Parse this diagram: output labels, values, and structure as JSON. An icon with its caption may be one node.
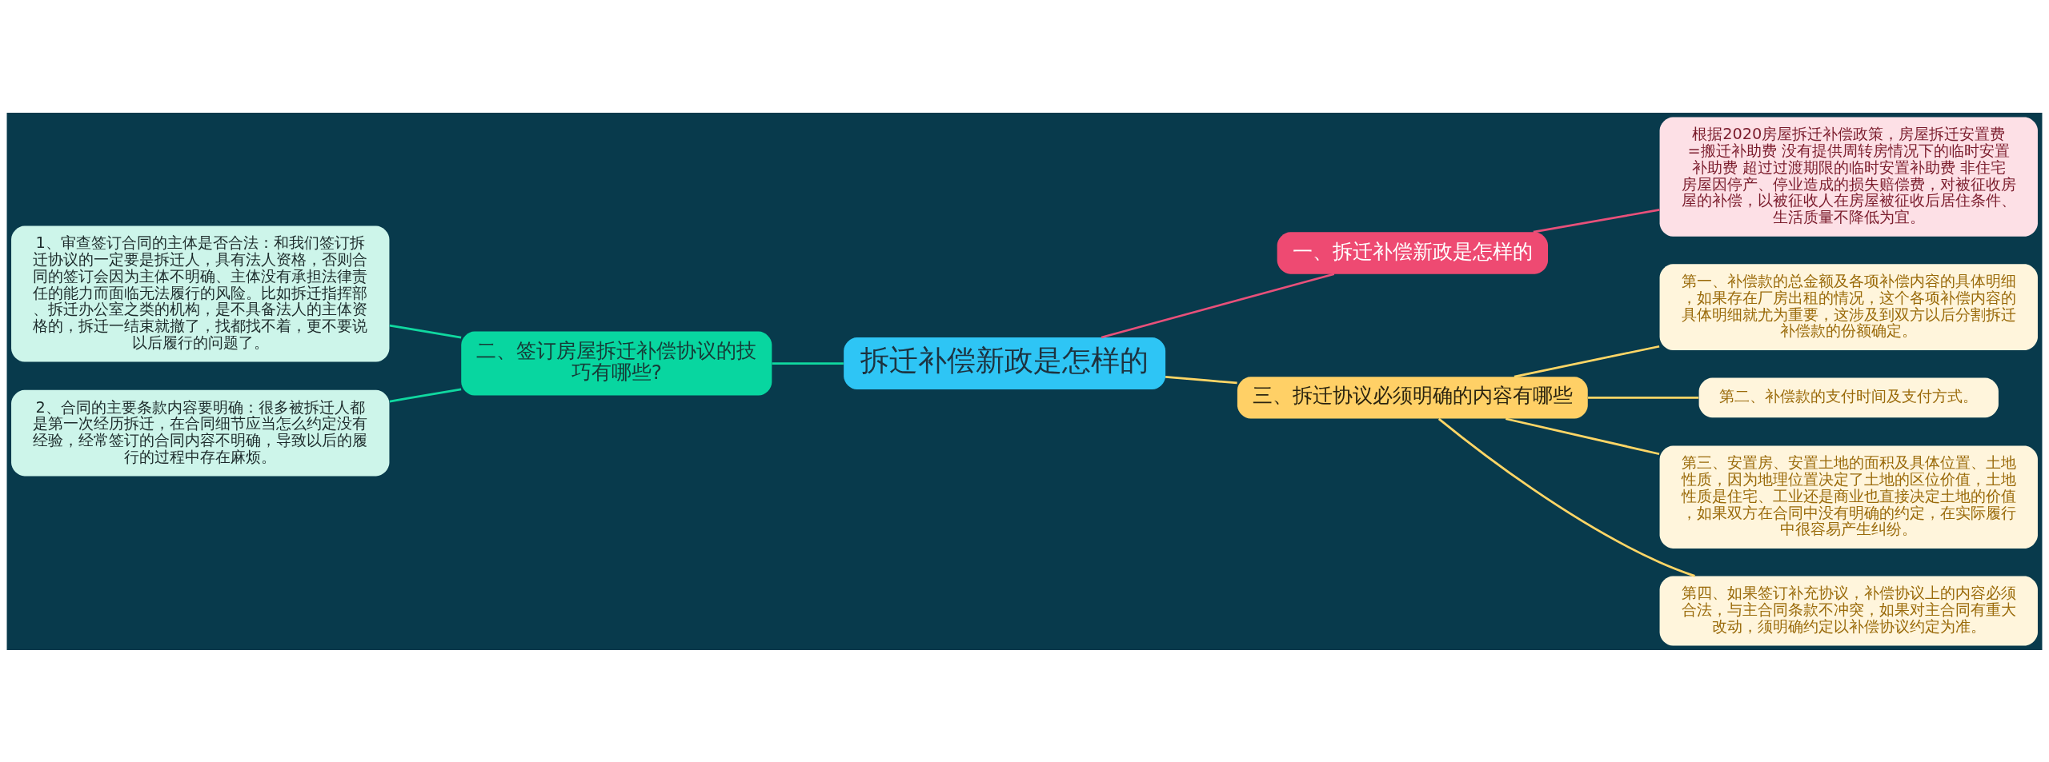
{
  "diagram": {
    "nodes": [
      {
        "text": [
          "拆迁补偿新政是怎样的"
        ]
      },
      {
        "text": [
          "一、拆迁补偿新政是怎样的"
        ]
      },
      {
        "text": [
          "根据2020房屋拆迁补偿政策，房屋拆迁安置费=搬迁补助费 没有提供周转房情况下的临时安置补助费 超过过渡期限的临时安置补助费 非住宅房屋因停产、停业造成的损失赔偿费，对被征收房屋的补偿，以被征收人在房屋被征收后居住条件、生活质量不降低为宜。"
        ]
      },
      {
        "text": [
          "二、签订房屋拆迁补偿协议的技巧有哪些?"
        ]
      },
      {
        "text": [
          "1、审查签订合同的主体是否合法：和我们签订拆迁协议的一定要是拆迁人，具有法人资格，否则合同的签订会因为主体不明确、主体没有承担法律责任的能力而面临无法履行的风险。比如拆迁指挥部、拆迁办公室之类的机构，是不具备法人的主体资格的，拆迁一结束就撤了，找都找不着，更不要说以后履行的问题了。"
        ]
      },
      {
        "text": [
          "2、合同的主要条款内容要明确：很多被拆迁人都是第一次经历拆迁，在合同细节应当怎么约定没有经验，经常签订的合同内容不明确，导致以后的履行的过程中存在麻烦。"
        ]
      },
      {
        "text": [
          "三、拆迁协议必须明确的内容有哪些"
        ]
      },
      {
        "text": [
          "第一、补偿款的总金额及各项补偿内容的具体明细，如果存在厂房出租的情况，这个各项补偿内容的具体明细就尤为重要，这涉及到双方以后分割拆迁补偿款的份额确定。"
        ]
      },
      {
        "text": [
          "第二、补偿款的支付时间及支付方式。"
        ]
      },
      {
        "text": [
          "第三、安置房、安置土地的面积及具体位置、土地性质，因为地理位置决定了土地的区位价值，土地性质是住宅、工业还是商业也直接决定土地的价值，如果双方在合同中没有明确的约定，在实际履行中很容易产生纠纷。"
        ]
      },
      {
        "text": [
          "第四、如果签订补充协议，补偿协议上的内容必须合法，与主合同条款不冲突，如果对主合同有重大改动，须明确约定以补偿协议约定为准。"
        ]
      }
    ],
    "edges": [
      {
        "from": 0,
        "to": 1,
        "arrow": "none",
        "color": "#e8507a"
      },
      {
        "from": 1,
        "to": 2,
        "arrow": "none",
        "color": "#e8507a"
      },
      {
        "from": 3,
        "to": 0,
        "arrow": "none",
        "color": "#10d8a0"
      },
      {
        "from": 4,
        "to": 3,
        "arrow": "none",
        "color": "#10d8a0"
      },
      {
        "from": 5,
        "to": 3,
        "arrow": "none",
        "color": "#10d8a0"
      },
      {
        "from": 0,
        "to": 6,
        "arrow": "none",
        "color": "#ffd666"
      },
      {
        "from": 6,
        "to": 7,
        "arrow": "none",
        "color": "#ffd666"
      },
      {
        "from": 6,
        "to": 8,
        "arrow": "none",
        "color": "#ffd666"
      },
      {
        "from": 6,
        "to": 9,
        "arrow": "none",
        "color": "#ffd666"
      },
      {
        "from": 6,
        "to": 10,
        "arrow": "none",
        "color": "#ffd666"
      }
    ]
  }
}
